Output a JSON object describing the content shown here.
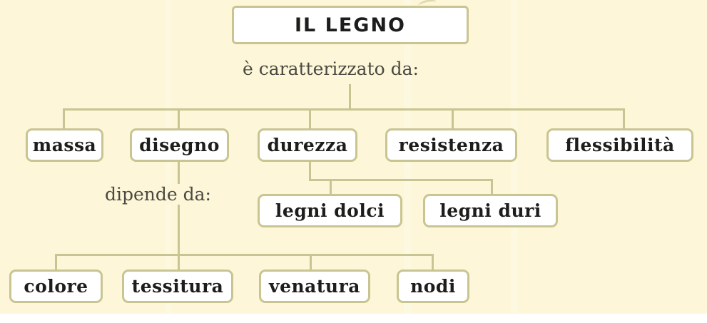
{
  "diagram": {
    "title": "IL LEGNO",
    "background_color": "#fdf6d8",
    "line_color": "#c9c592",
    "box_fill": "#ffffff",
    "box_border": "#c9c592",
    "text_color": "#1d1d1b",
    "caption_color": "#4a4a42",
    "root": {
      "label": "IL LEGNO"
    },
    "captions": [
      {
        "id": "root-caption",
        "text": "è caratterizzato da:"
      },
      {
        "id": "disegno-caption",
        "text": "dipende da:"
      }
    ],
    "level1": [
      {
        "id": "massa",
        "label": "massa"
      },
      {
        "id": "disegno",
        "label": "disegno"
      },
      {
        "id": "durezza",
        "label": "durezza"
      },
      {
        "id": "resistenza",
        "label": "resistenza"
      },
      {
        "id": "flessibilita",
        "label": "flessibilità"
      }
    ],
    "durezza_children": [
      {
        "id": "legni-dolci",
        "label": "legni dolci"
      },
      {
        "id": "legni-duri",
        "label": "legni duri"
      }
    ],
    "disegno_children": [
      {
        "id": "colore",
        "label": "colore"
      },
      {
        "id": "tessitura",
        "label": "tessitura"
      },
      {
        "id": "venatura",
        "label": "venatura"
      },
      {
        "id": "nodi",
        "label": "nodi"
      }
    ]
  }
}
